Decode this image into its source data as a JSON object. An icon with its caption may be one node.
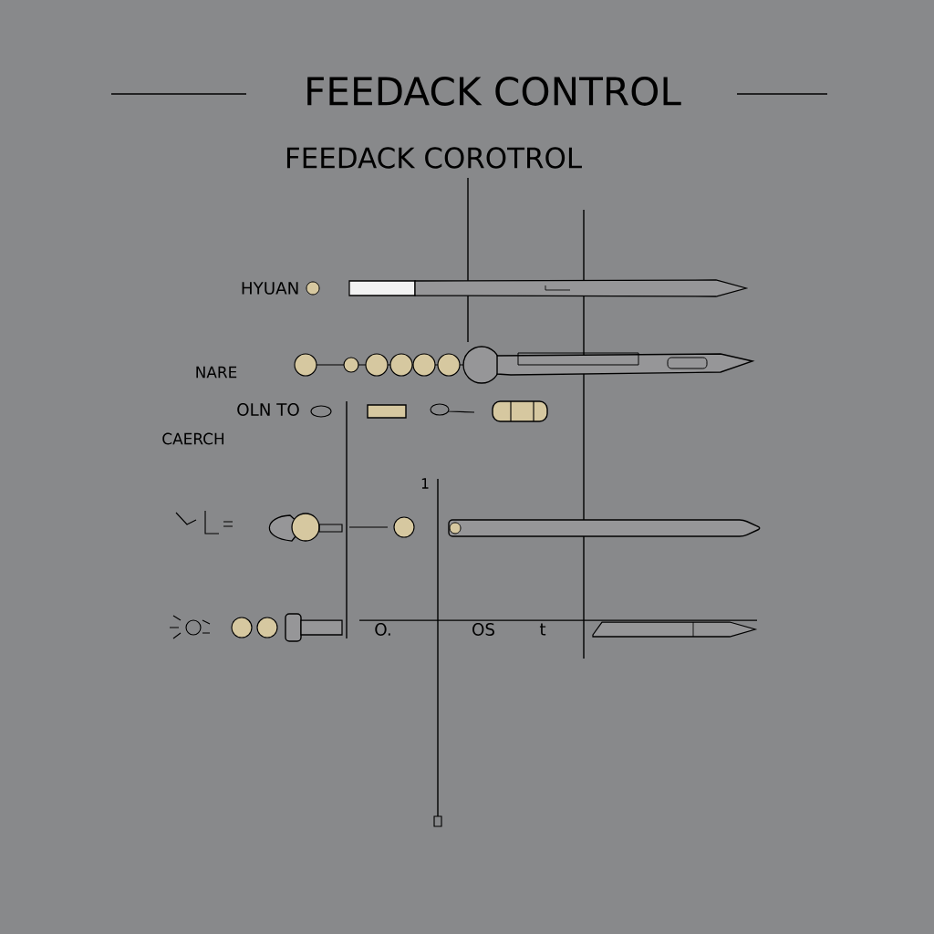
{
  "diagram": {
    "title": "FEEDACK CONTROL",
    "labels": [
      "FEEDACK COROTROL",
      "HYUAN",
      "NARE",
      "OLN TO",
      "CAERCH",
      "1",
      "O.",
      "OS",
      "t"
    ]
  }
}
